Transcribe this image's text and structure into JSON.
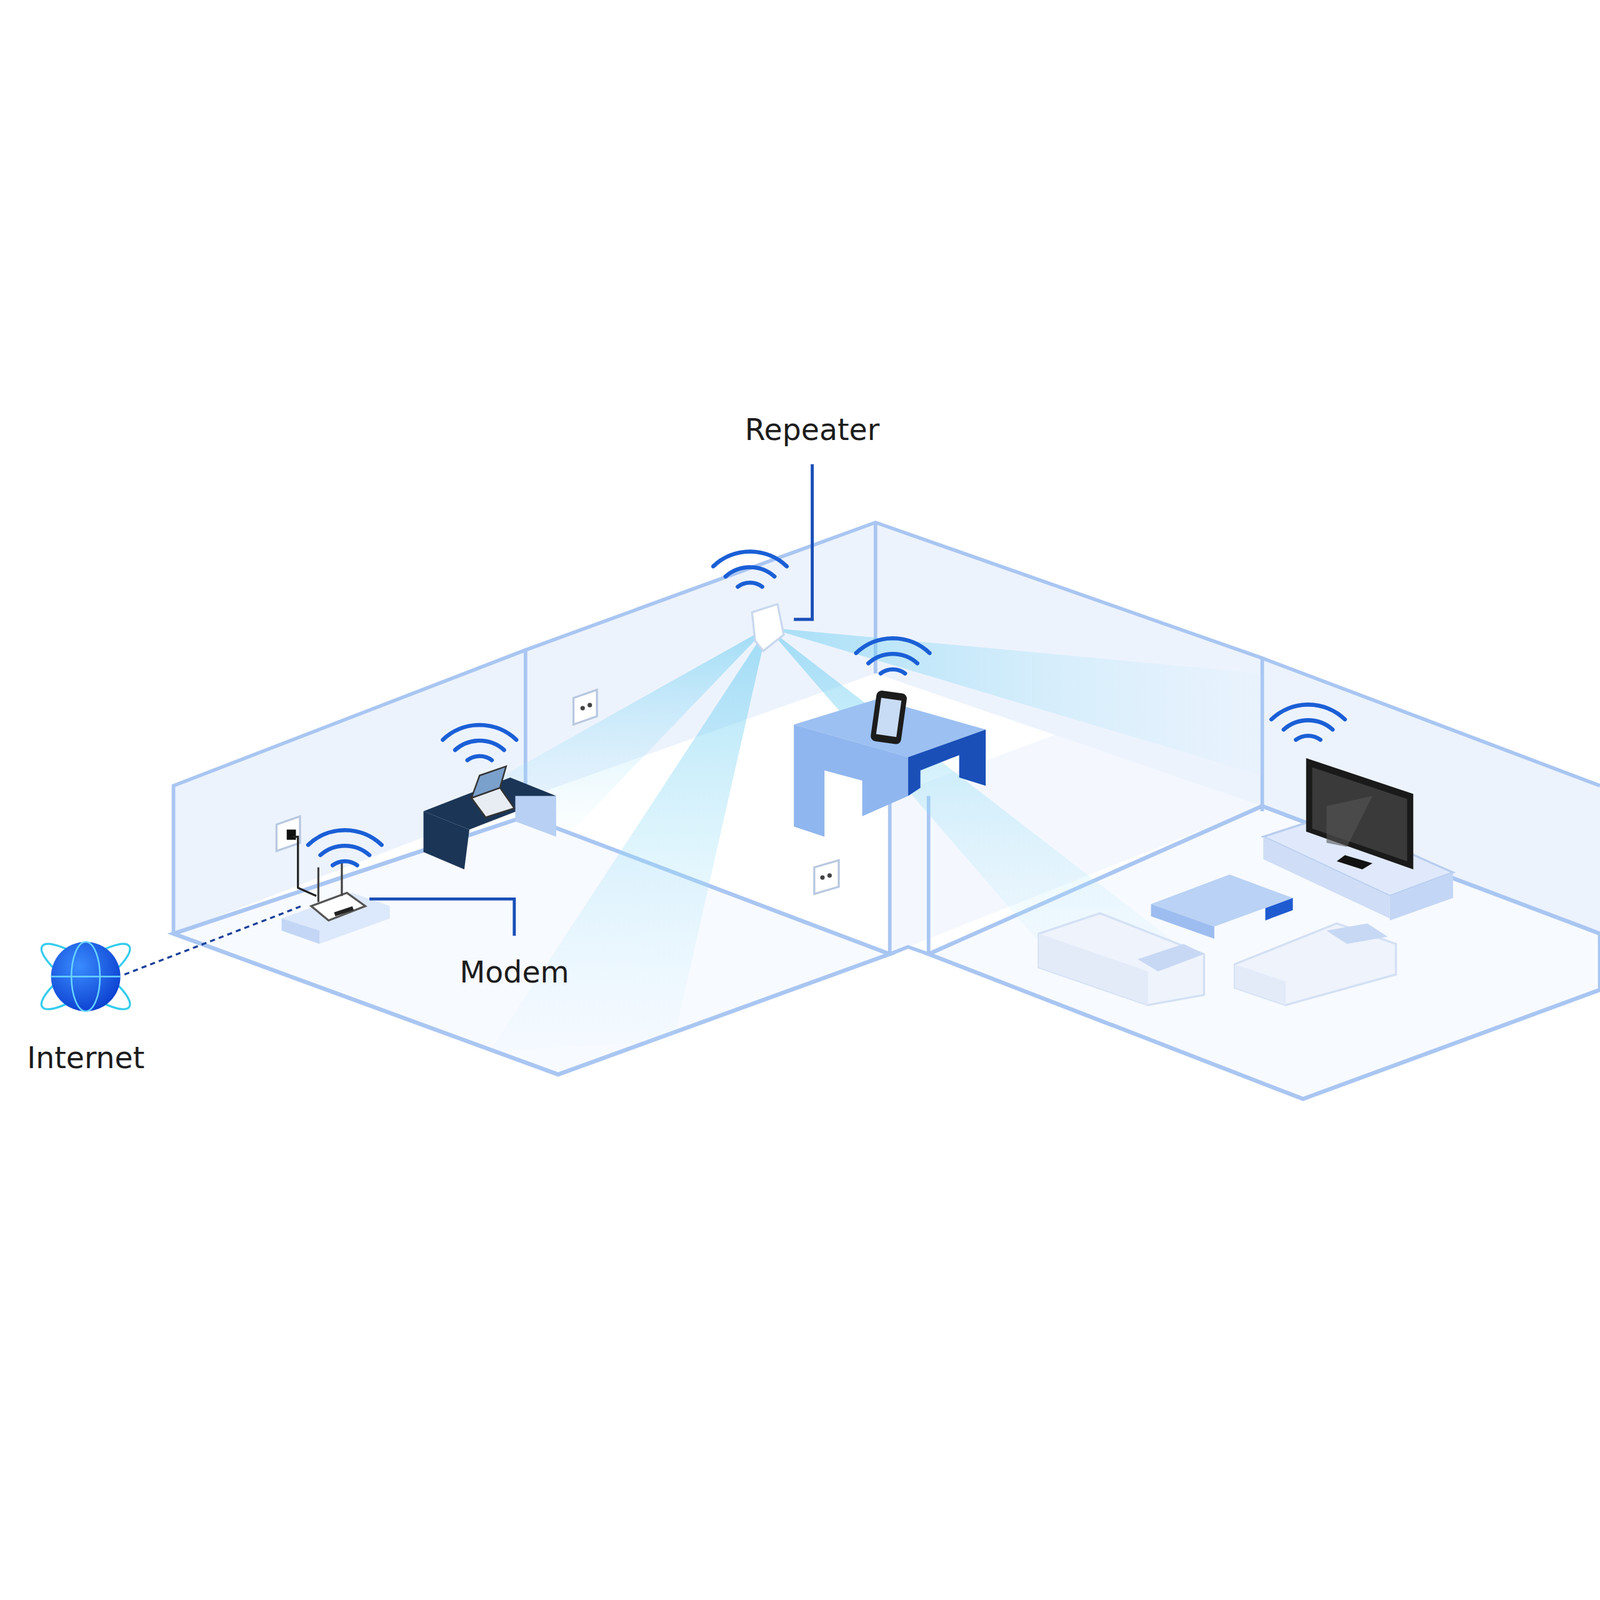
{
  "diagram": {
    "labels": [
      "Repeater",
      "Modem",
      "Internet"
    ]
  }
}
